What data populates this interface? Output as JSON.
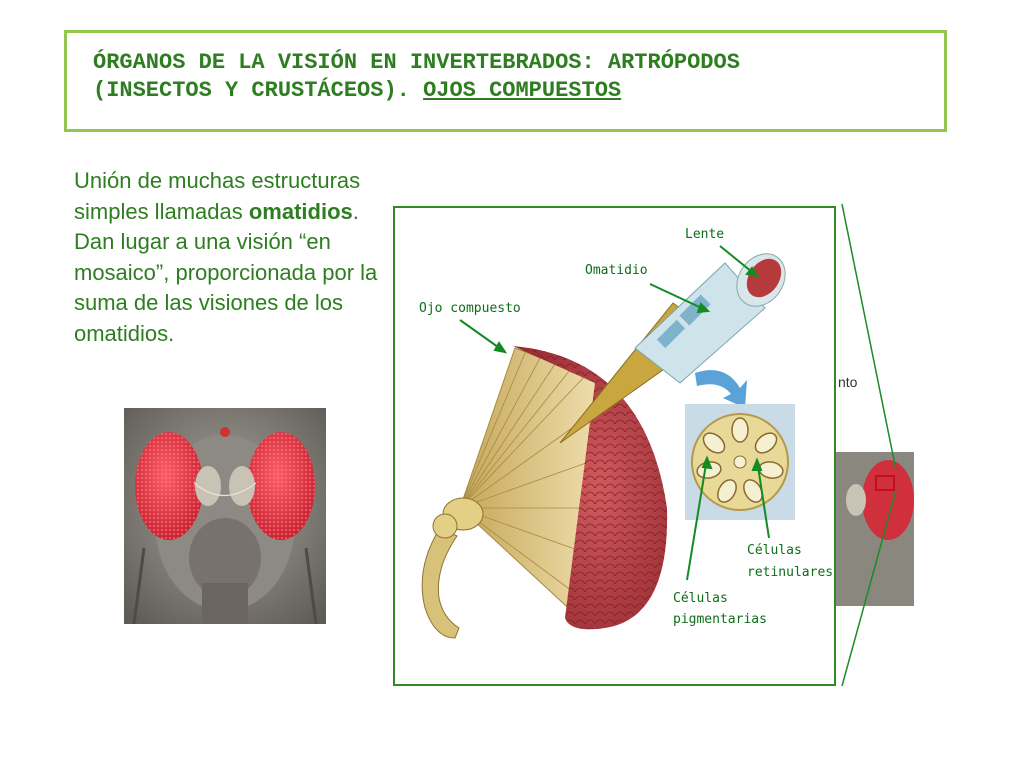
{
  "title": {
    "line1": "ÓRGANOS DE LA  VISIÓN EN INVERTEBRADOS: ARTRÓPODOS",
    "line2": "(INSECTOS Y CRUSTÁCEOS).",
    "line2_underlined": "OJOS COMPUESTOS"
  },
  "body": {
    "part1": "Unión de muchas estructuras simples llamadas ",
    "bold": "omatidios",
    "part2": ". Dan lugar a una visión “en mosaico”, proporcionada por la suma de las visiones de los omatidios."
  },
  "diagram": {
    "labels": {
      "lente": "Lente",
      "omatidio": "Omatidio",
      "ojo_compuesto": "Ojo compuesto",
      "celulas_retinulares_1": "Células",
      "celulas_retinulares_2": "retinulares",
      "celulas_pigmentarias_1": "Células",
      "celulas_pigmentarias_2": "pigmentarias"
    }
  },
  "side_fragment": "nto",
  "colors": {
    "title_green": "#2e7d20",
    "box_border": "#92c64e",
    "eye_red": "#b8323a"
  }
}
